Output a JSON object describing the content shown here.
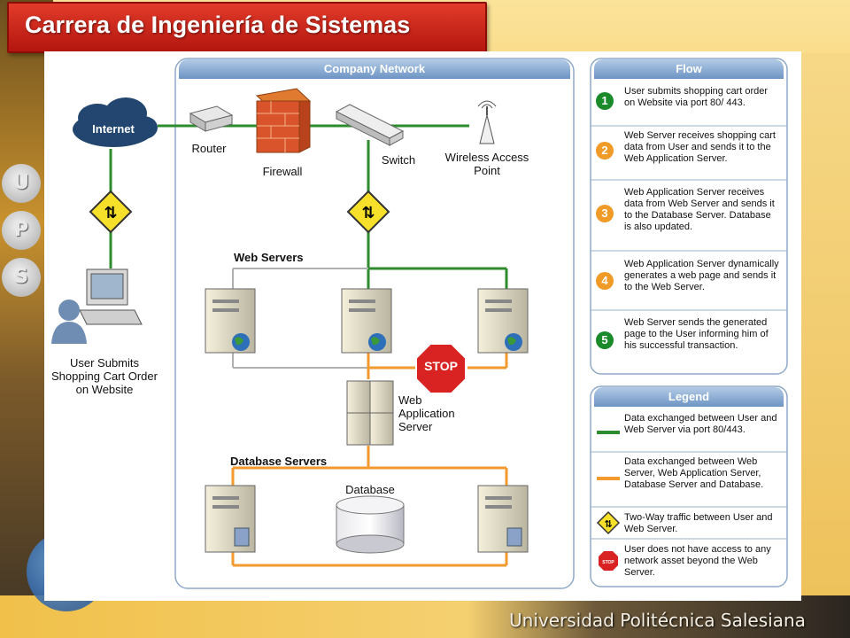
{
  "slide": {
    "title": "Carrera de Ingeniería de Sistemas",
    "ups_letters": [
      "U",
      "P",
      "S"
    ],
    "footer": "Universidad Politécnica Salesiana"
  },
  "diagram": {
    "company_network_label": "Company Network",
    "internet_label": "Internet",
    "router_label": "Router",
    "firewall_label": "Firewall",
    "switch_label": "Switch",
    "wireless_label": "Wireless Access Point",
    "web_servers_label": "Web Servers",
    "stop_label": "STOP",
    "web_app_server_label": "Web Application Server",
    "database_servers_label": "Database Servers",
    "database_label": "Database",
    "user_label": "User Submits Shopping Cart Order on Website"
  },
  "flow": {
    "title": "Flow",
    "steps": [
      {
        "num": "1",
        "color": "#1a8a2a",
        "text": "User submits shopping cart order on Website via port 80/ 443."
      },
      {
        "num": "2",
        "color": "#f09a28",
        "text": "Web Server receives shopping cart data from User and sends it to the Web Application Server."
      },
      {
        "num": "3",
        "color": "#f09a28",
        "text": "Web Application Server receives data from Web Server and sends it to the Database Server. Database is also updated."
      },
      {
        "num": "4",
        "color": "#f09a28",
        "text": "Web Application Server dynamically generates a web page and sends it to the Web Server."
      },
      {
        "num": "5",
        "color": "#1a8a2a",
        "text": "Web Server sends the generated page to the User informing him of his successful transaction."
      }
    ]
  },
  "legend": {
    "title": "Legend",
    "items": [
      {
        "kind": "green-line",
        "color": "#2e8b2e",
        "text": "Data exchanged between User and Web Server via port 80/443."
      },
      {
        "kind": "orange-line",
        "color": "#f29a2e",
        "text": "Data exchanged between Web Server, Web Application Server, Database Server and Database."
      },
      {
        "kind": "two-way-sign",
        "text": "Two-Way traffic between User and Web Server."
      },
      {
        "kind": "stop-sign",
        "text": "User does not have access to any network asset beyond the Web Server."
      }
    ]
  }
}
